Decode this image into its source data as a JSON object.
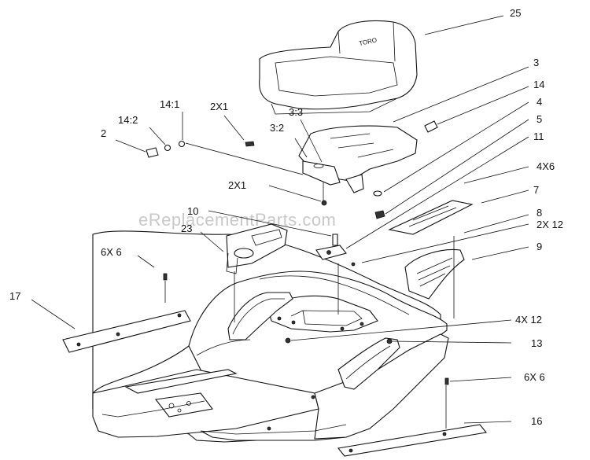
{
  "watermark": "eReplacementParts.com",
  "callouts": {
    "c25": "25",
    "c3": "3",
    "c14": "14",
    "c4": "4",
    "c5": "5",
    "c11": "11",
    "c4x6": "4X6",
    "c7": "7",
    "c8": "8",
    "c2x12": "2X 12",
    "c9": "9",
    "c14_1": "14:1",
    "c14_2": "14:2",
    "c2": "2",
    "c2x1_top": "2X1",
    "c3_3": "3:3",
    "c3_2": "3:2",
    "c2x1_mid": "2X1",
    "c10": "10",
    "c23": "23",
    "c6x6_left": "6X 6",
    "c17": "17",
    "c4x12": "4X 12",
    "c13": "13",
    "c6x6_right": "6X 6",
    "c16": "16"
  },
  "seat_logo": "TORO"
}
